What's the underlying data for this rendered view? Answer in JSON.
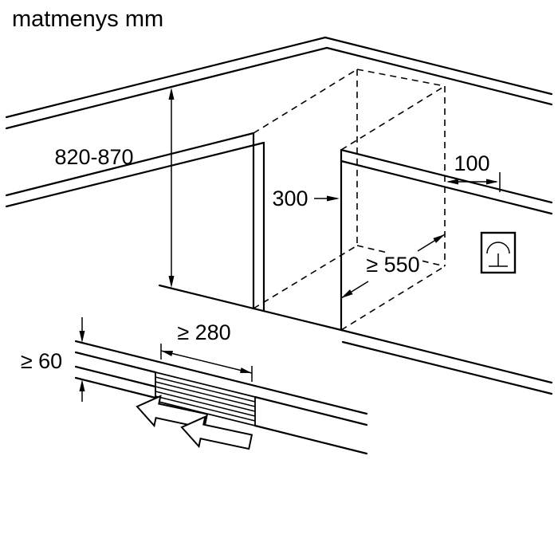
{
  "title": "matmenys mm",
  "colors": {
    "line": "#000000",
    "background": "#ffffff"
  },
  "dimensions": {
    "counter_height": "820-870",
    "niche_width": "300",
    "socket_distance": "100",
    "niche_depth": "≥ 550",
    "vent_gap": "≥ 60",
    "vent_depth": "≥ 280"
  },
  "icons": {
    "socket": "power-socket-icon",
    "airflow": "airflow-arrow"
  }
}
